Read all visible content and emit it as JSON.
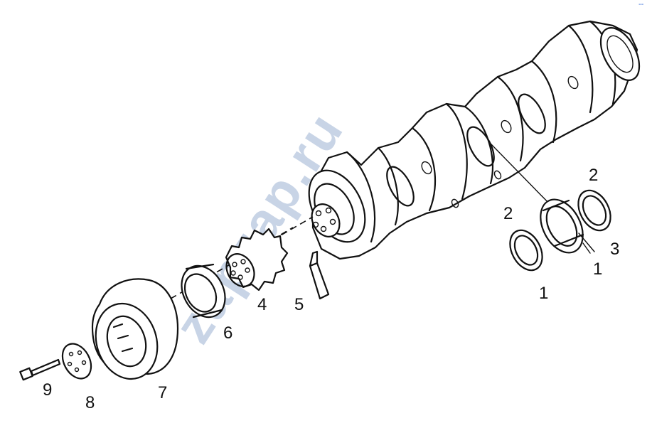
{
  "watermark": "zapzap.ru",
  "corner_mark": "--",
  "callouts": [
    {
      "id": "crankshaft-bearing-left",
      "text": "1"
    },
    {
      "id": "crankshaft-bearing-right",
      "text": "1"
    },
    {
      "id": "thrust-washer-left",
      "text": "2"
    },
    {
      "id": "thrust-washer-right",
      "text": "2"
    },
    {
      "id": "bearing-pair",
      "text": "3"
    },
    {
      "id": "gear",
      "text": "4"
    },
    {
      "id": "sealant-tube",
      "text": "5"
    },
    {
      "id": "seal-ring",
      "text": "6"
    },
    {
      "id": "vibration-damper",
      "text": "7"
    },
    {
      "id": "washer-plate",
      "text": "8"
    },
    {
      "id": "bolt",
      "text": "9"
    }
  ],
  "colors": {
    "line": "#111111",
    "watermark": "#c8d4e6",
    "corner_mark": "#3a6fd8"
  }
}
